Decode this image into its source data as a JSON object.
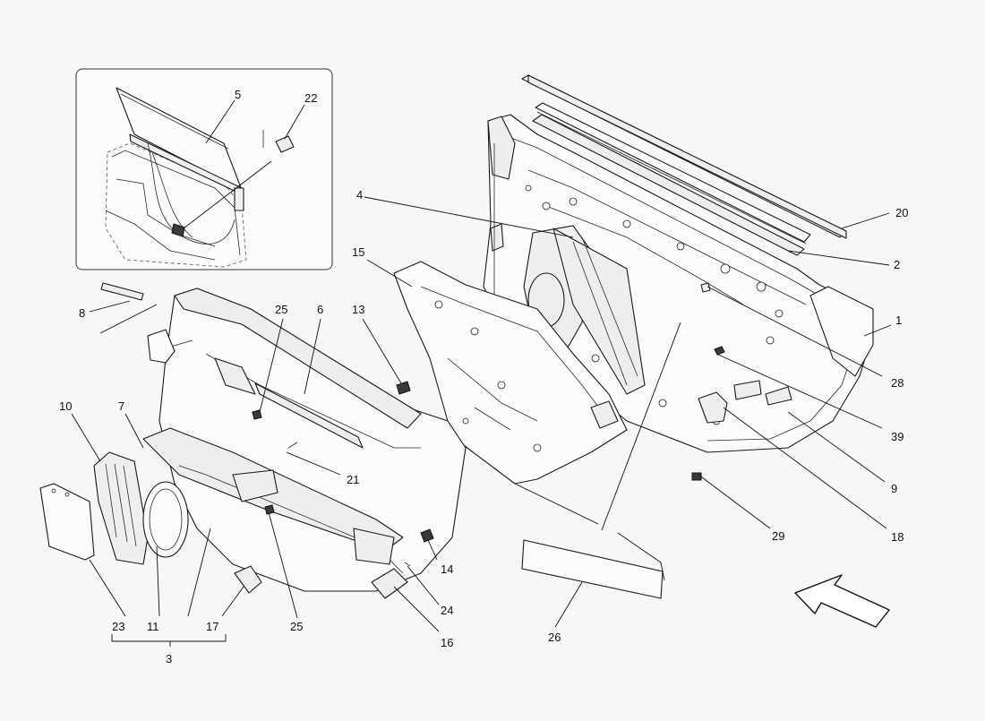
{
  "callouts": [
    {
      "id": "c1",
      "text": "1"
    },
    {
      "id": "c2",
      "text": "2"
    },
    {
      "id": "c3",
      "text": "3"
    },
    {
      "id": "c4",
      "text": "4"
    },
    {
      "id": "c5",
      "text": "5"
    },
    {
      "id": "c6",
      "text": "6"
    },
    {
      "id": "c7",
      "text": "7"
    },
    {
      "id": "c8",
      "text": "8"
    },
    {
      "id": "c9",
      "text": "9"
    },
    {
      "id": "c10",
      "text": "10"
    },
    {
      "id": "c11",
      "text": "11"
    },
    {
      "id": "c13",
      "text": "13"
    },
    {
      "id": "c14",
      "text": "14"
    },
    {
      "id": "c15",
      "text": "15"
    },
    {
      "id": "c16",
      "text": "16"
    },
    {
      "id": "c17",
      "text": "17"
    },
    {
      "id": "c18",
      "text": "18"
    },
    {
      "id": "c20",
      "text": "20"
    },
    {
      "id": "c21",
      "text": "21"
    },
    {
      "id": "c22",
      "text": "22"
    },
    {
      "id": "c23",
      "text": "23"
    },
    {
      "id": "c24",
      "text": "24"
    },
    {
      "id": "c25a",
      "text": "25"
    },
    {
      "id": "c25b",
      "text": "25"
    },
    {
      "id": "c26",
      "text": "26"
    },
    {
      "id": "c28",
      "text": "28"
    },
    {
      "id": "c29",
      "text": "29"
    },
    {
      "id": "c39",
      "text": "39"
    }
  ],
  "icons": {
    "direction_arrow": "front-direction-arrow-icon"
  },
  "colors": {
    "background": "#f7f7f5",
    "line": "#1a1a1a"
  }
}
